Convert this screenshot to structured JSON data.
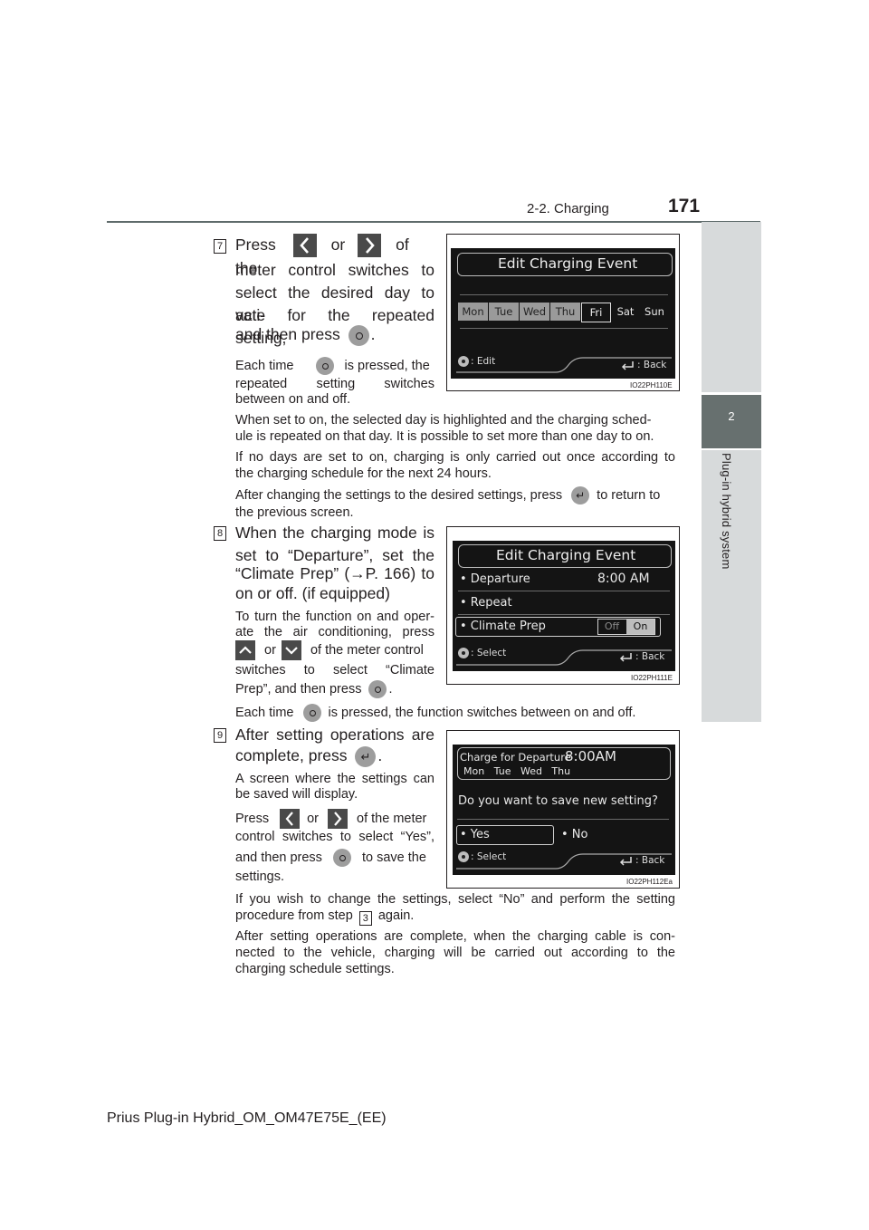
{
  "header": {
    "section": "2-2. Charging",
    "page_number": "171",
    "tab_number": "2",
    "tab_label": "Plug-in hybrid system"
  },
  "step7": {
    "number": "7",
    "w_press": "Press",
    "w_or": "or",
    "w_ofthe": "of the",
    "line2": "meter control switches to",
    "line3": "select the desired day to acti-",
    "line4": "vate for the repeated setting,",
    "line5_a": "and then press",
    "line5_b": ".",
    "note1_a": "Each time",
    "note1_b": "is pressed, the",
    "note1_l2": "repeated setting switches",
    "note1_l3": "between on and off.",
    "note2_l1": "When set to on, the selected day is highlighted and the charging sched-",
    "note2_l2": "ule is repeated on that day. It is possible to set more than one day to on.",
    "note3_l1": "If no days are set to on, charging is only carried out once according to",
    "note3_l2": "the charging schedule for the next 24 hours.",
    "note4_a": "After changing the settings to the desired settings, press",
    "note4_b": "to return to",
    "note4_l2": "the previous screen."
  },
  "screen1": {
    "title": "Edit Charging Event",
    "days": [
      "Mon",
      "Tue",
      "Wed",
      "Thu",
      "Fri",
      "Sat",
      "Sun"
    ],
    "footer_left": ": Edit",
    "footer_right": ": Back",
    "fig_id": "IO22PH110E"
  },
  "step8": {
    "number": "8",
    "line1": "When the charging mode is",
    "line2": "set to “Departure”, set the",
    "line3": "“Climate Prep” (→P. 166) to",
    "line4": "on or off. (if equipped)",
    "note1_l1": "To turn the function on and oper-",
    "note1_l2": "ate the air conditioning, press",
    "note1_or": "or",
    "note1_l3b": "of the meter control",
    "note1_l4": "switches to select “Climate",
    "note1_l5a": "Prep”, and then press",
    "note1_l5b": ".",
    "note2_a": "Each time",
    "note2_b": "is pressed, the function switches between on and off."
  },
  "screen2": {
    "title": "Edit Charging Event",
    "item1": "• Departure",
    "item1_value": "8:00 AM",
    "item2": "• Repeat",
    "item3": "• Climate Prep",
    "toggle_off": "Off",
    "toggle_on": "On",
    "footer_left": ": Select",
    "footer_right": ": Back",
    "fig_id": "IO22PH111E"
  },
  "step9": {
    "number": "9",
    "line1": "After setting operations are",
    "line2a": "complete, press",
    "line2b": ".",
    "note1_l1": "A screen where the settings can",
    "note1_l2": "be saved will display.",
    "note2_a": "Press",
    "note2_or": "or",
    "note2_b": "of the meter",
    "note2_l2": "control switches to select “Yes”,",
    "note2_l3a": "and then press",
    "note2_l3b": "to save the",
    "note2_l4": "settings.",
    "note3_l1": "If you wish to change the settings, select “No” and perform the setting",
    "note3_l2a": "procedure from step",
    "note3_step": "3",
    "note3_l2b": "again.",
    "note4_l1": "After setting operations are complete, when the charging cable is con-",
    "note4_l2": "nected to the vehicle, charging will be carried out according to the",
    "note4_l3": "charging schedule settings."
  },
  "screen3": {
    "header_title": "Charge for Departure",
    "header_time": "8:00AM",
    "header_days": "Mon   Tue   Wed   Thu",
    "question": "Do you want to save new setting?",
    "yes": "• Yes",
    "no": "• No",
    "footer_left": ": Select",
    "footer_right": ": Back",
    "fig_id": "IO22PH112Ea"
  },
  "footer": {
    "text": "Prius Plug-in Hybrid_OM_OM47E75E_(EE)"
  }
}
